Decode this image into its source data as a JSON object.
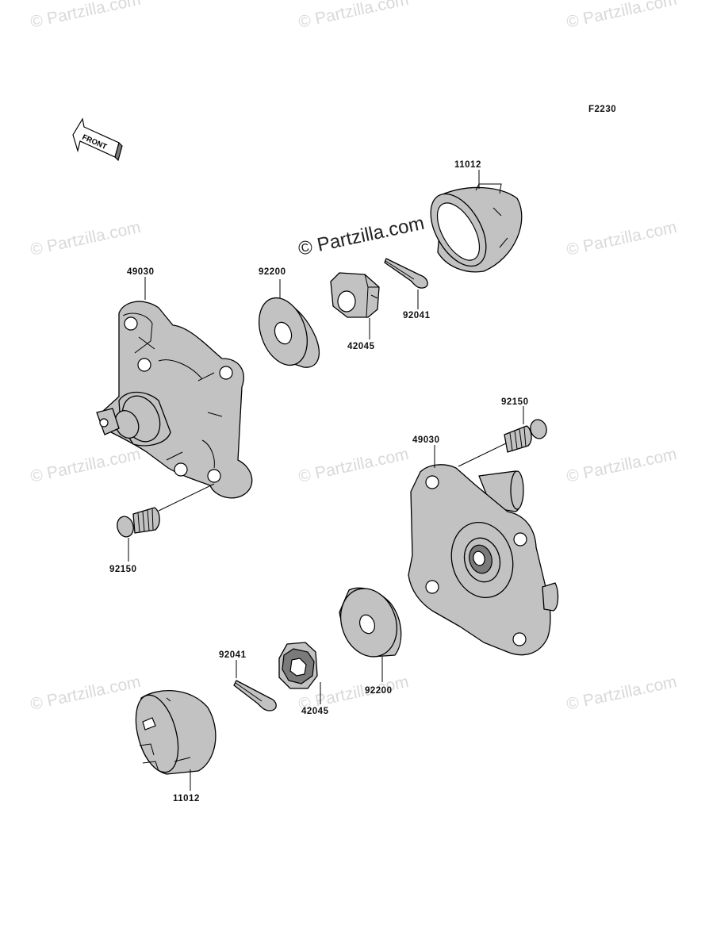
{
  "diagram_code": "F2230",
  "front_label": "FRONT",
  "watermark_main": "© Partzilla.com",
  "watermark_repeat": "© Partzilla.com",
  "colors": {
    "part_fill": "#c2c2c2",
    "outline": "#000000",
    "watermark": "#d9d9d9"
  },
  "labels": {
    "cap_top": "11012",
    "hub_left": "49030",
    "washer_top": "92200",
    "nut_top": "42045",
    "pin_top": "92041",
    "bolt_right": "92150",
    "hub_right": "49030",
    "bolt_left": "92150",
    "pin_bottom": "92041",
    "nut_bottom": "42045",
    "washer_bottom": "92200",
    "cap_bottom": "11012"
  }
}
